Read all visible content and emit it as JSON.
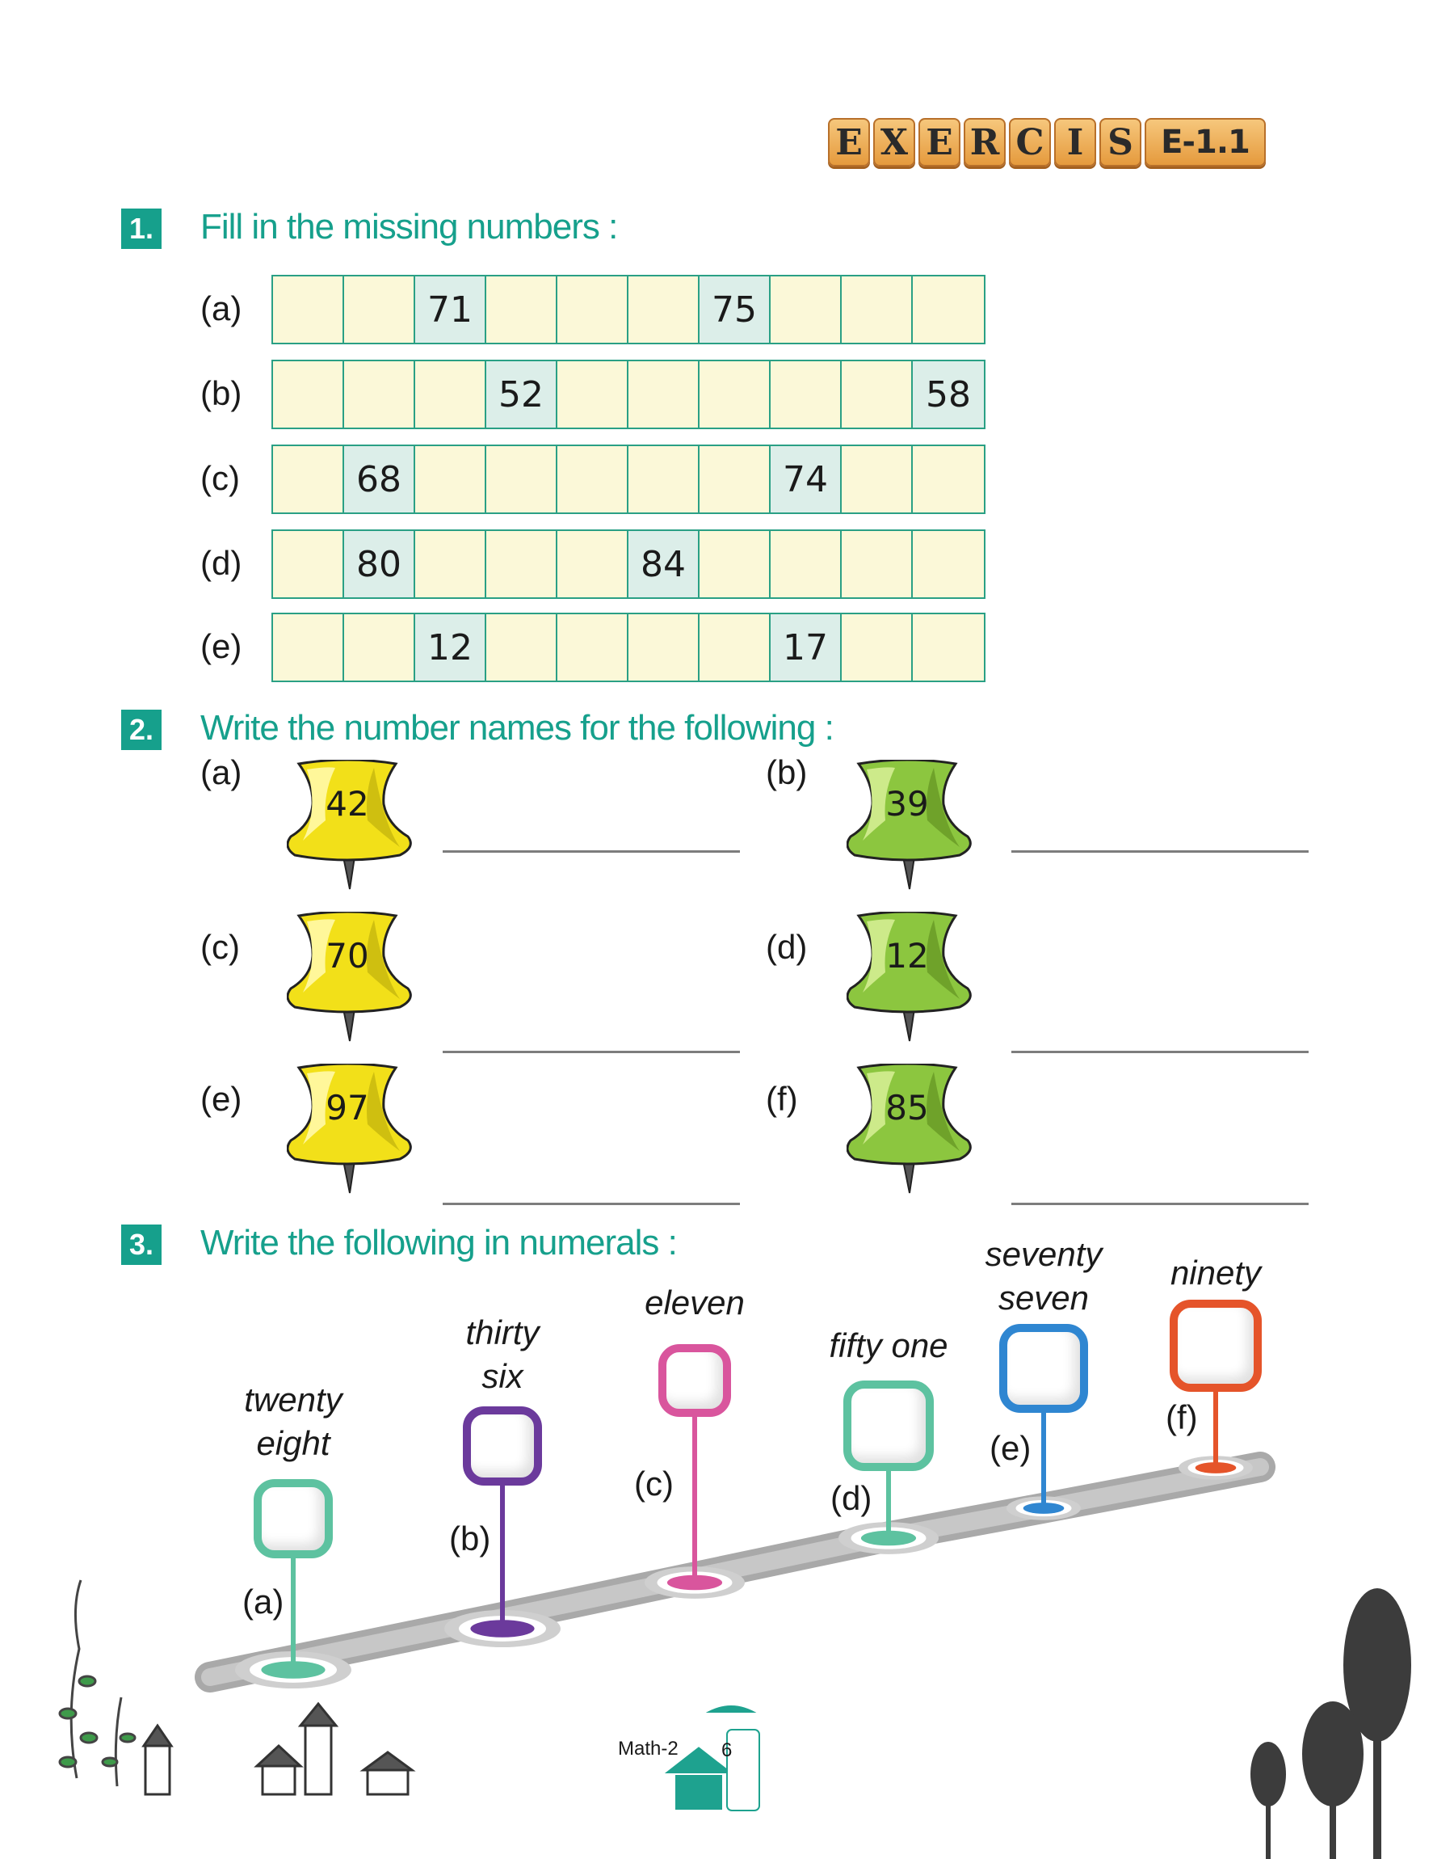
{
  "exercise": {
    "letters": [
      "E",
      "X",
      "E",
      "R",
      "C",
      "I",
      "S",
      "E-1.1"
    ]
  },
  "q1": {
    "number": "1.",
    "instruction": "Fill in the missing numbers :",
    "rows": [
      {
        "label": "(a)",
        "cells": [
          "",
          "",
          "71",
          "",
          "",
          "",
          "75",
          "",
          "",
          ""
        ]
      },
      {
        "label": "(b)",
        "cells": [
          "",
          "",
          "",
          "52",
          "",
          "",
          "",
          "",
          "",
          "58"
        ]
      },
      {
        "label": "(c)",
        "cells": [
          "",
          "68",
          "",
          "",
          "",
          "",
          "",
          "74",
          "",
          ""
        ]
      },
      {
        "label": "(d)",
        "cells": [
          "",
          "80",
          "",
          "",
          "",
          "84",
          "",
          "",
          "",
          ""
        ]
      },
      {
        "label": "(e)",
        "cells": [
          "",
          "",
          "12",
          "",
          "",
          "",
          "",
          "17",
          "",
          ""
        ]
      }
    ]
  },
  "q2": {
    "number": "2.",
    "instruction": "Write the number names for the following :",
    "items": [
      {
        "label": "(a)",
        "value": "42",
        "color": "yellow"
      },
      {
        "label": "(b)",
        "value": "39",
        "color": "green"
      },
      {
        "label": "(c)",
        "value": "70",
        "color": "yellow"
      },
      {
        "label": "(d)",
        "value": "12",
        "color": "green"
      },
      {
        "label": "(e)",
        "value": "97",
        "color": "yellow"
      },
      {
        "label": "(f)",
        "value": "85",
        "color": "green"
      }
    ]
  },
  "q3": {
    "number": "3.",
    "instruction": "Write the following in numerals :",
    "items": [
      {
        "label": "(a)",
        "word_line1": "twenty",
        "word_line2": "eight",
        "color": "#5dc2a0"
      },
      {
        "label": "(b)",
        "word_line1": "thirty",
        "word_line2": "six",
        "color": "#6b3a9c"
      },
      {
        "label": "(c)",
        "word_line1": "eleven",
        "word_line2": "",
        "color": "#d9559d"
      },
      {
        "label": "(d)",
        "word_line1": "fifty one",
        "word_line2": "",
        "color": "#5dc2a0"
      },
      {
        "label": "(e)",
        "word_line1": "seventy",
        "word_line2": "seven",
        "color": "#2f86d1"
      },
      {
        "label": "(f)",
        "word_line1": "ninety",
        "word_line2": "",
        "color": "#e5542a"
      }
    ]
  },
  "footer": {
    "book": "Math-2",
    "page": "6"
  }
}
